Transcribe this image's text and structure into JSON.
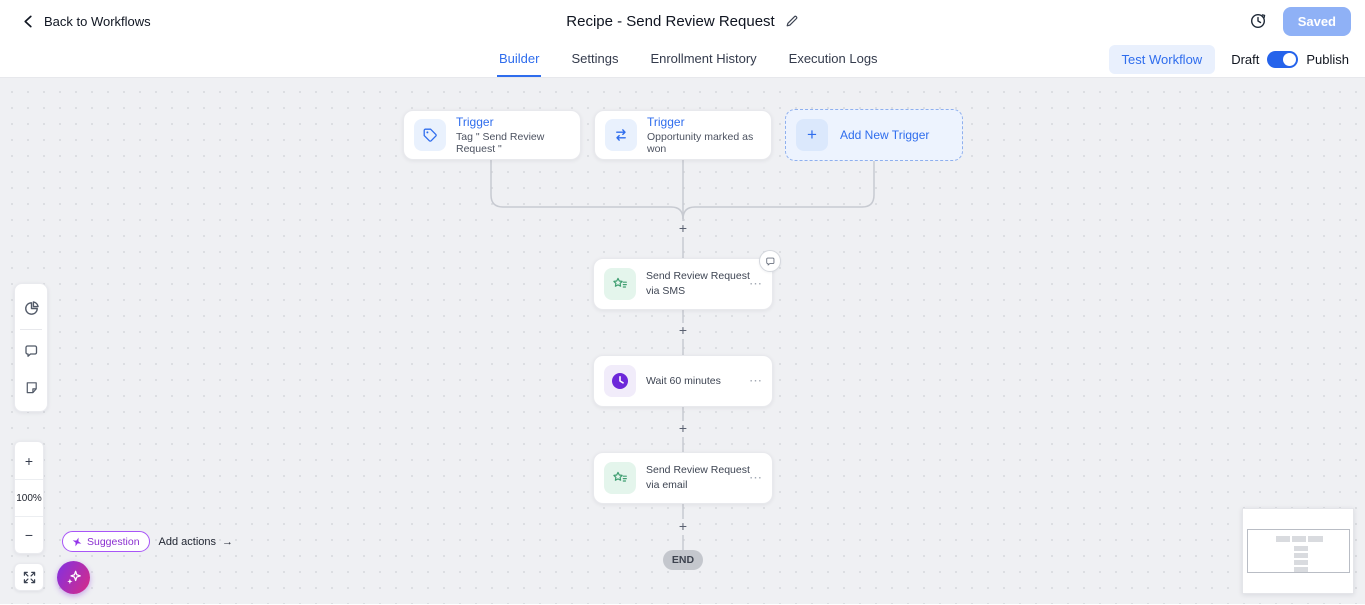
{
  "header": {
    "back_label": "Back to Workflows",
    "title": "Recipe - Send Review Request",
    "saved_button_label": "Saved"
  },
  "tabs": {
    "items": [
      {
        "label": "Builder"
      },
      {
        "label": "Settings"
      },
      {
        "label": "Enrollment History"
      },
      {
        "label": "Execution Logs"
      }
    ],
    "active_tab": "Builder",
    "test_workflow_label": "Test Workflow",
    "draft_label": "Draft",
    "publish_label": "Publish"
  },
  "workflow": {
    "triggers": [
      {
        "label": "Trigger",
        "detail": "Tag \" Send Review Request \"",
        "icon": "tag-icon"
      },
      {
        "label": "Trigger",
        "detail": "Opportunity marked as won",
        "icon": "swap-horizontal-icon"
      }
    ],
    "add_new_trigger_label": "Add New Trigger",
    "actions": [
      {
        "title": "Send Review Request via SMS",
        "icon": "review-star-icon",
        "color": "green"
      },
      {
        "title": "Wait 60 minutes",
        "icon": "clock-icon",
        "color": "purple"
      },
      {
        "title": "Send Review Request via email",
        "icon": "review-star-icon",
        "color": "green"
      }
    ],
    "end_label": "END",
    "plus_glyph": "+",
    "menu_glyph": "⋯"
  },
  "controls": {
    "zoom_in_label": "+",
    "zoom_level": "100%",
    "zoom_out_label": "−",
    "suggestion_label": "Suggestion",
    "add_actions_label": "Add actions",
    "add_actions_arrow": "→"
  },
  "colors": {
    "accent_blue": "#2F6DED",
    "saved_button_blue": "#8FB1F6",
    "toggle_blue": "#2563EB",
    "action_green": "#3F9E71",
    "wait_purple": "#6D28D9",
    "suggestion_purple": "#9333EA",
    "ai_gradient_start": "#8A30D9",
    "ai_gradient_end": "#CF2C8E",
    "canvas_background": "#EFF0F3"
  }
}
